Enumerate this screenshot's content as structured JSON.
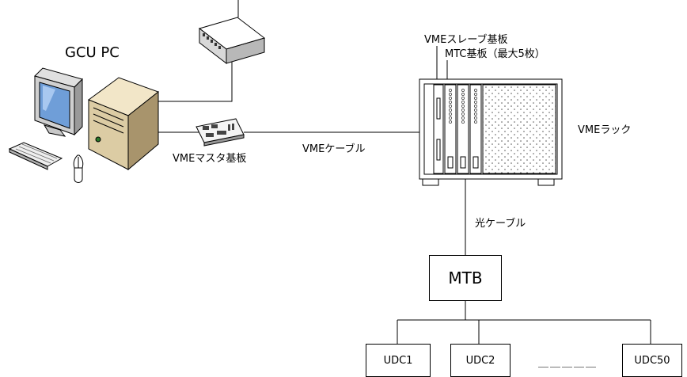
{
  "labels": {
    "gcu_pc": "GCU PC",
    "vme_master": "VMEマスタ基板",
    "vme_cable": "VMEケーブル",
    "vme_slave": "VMEスレーブ基板",
    "mtc_board": "MTC基板（最大5枚）",
    "vme_rack": "VMEラック",
    "optical_cable": "光ケーブル"
  },
  "nodes": {
    "mtb": "MTB",
    "udc_boxes": [
      "UDC1",
      "UDC2",
      "UDC50"
    ],
    "ellipsis": "＿＿＿＿＿"
  }
}
